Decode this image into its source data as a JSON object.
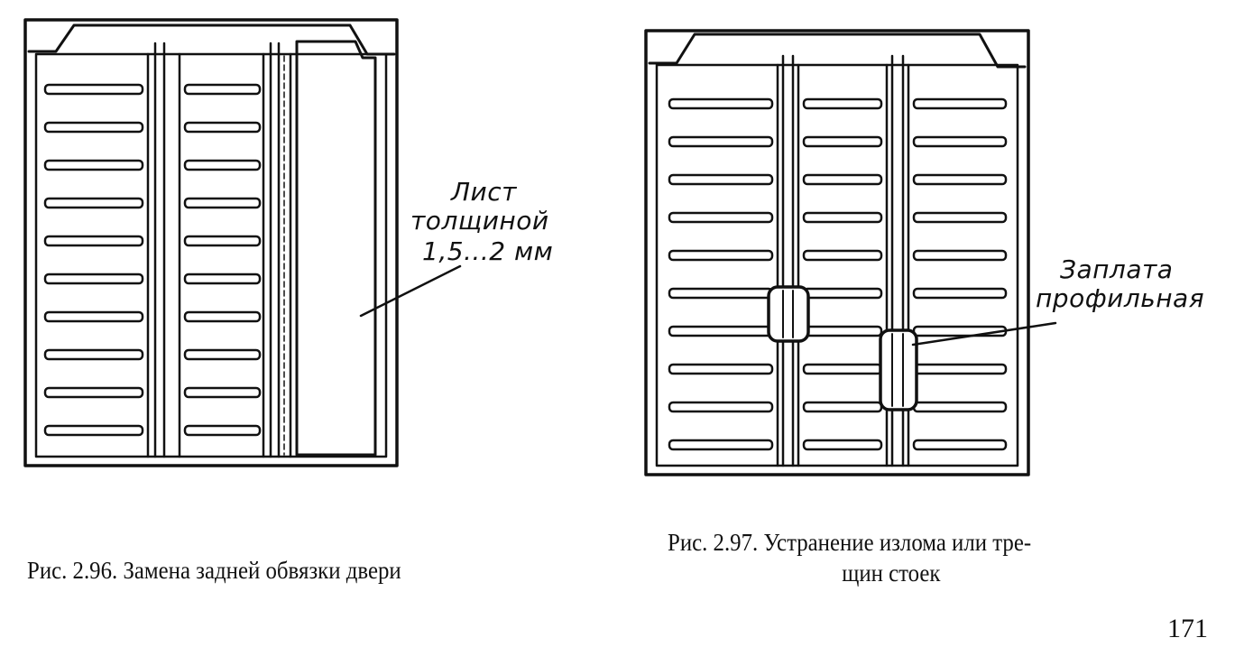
{
  "figures": [
    {
      "caption": "Рис. 2.96. Замена задней обвязки двери",
      "callout": [
        "Лист",
        "толщиной",
        "1,5...2 мм"
      ]
    },
    {
      "caption_line1": "Рис. 2.97. Устранение излома или тре-",
      "caption_line2": "щин стоек",
      "callout": [
        "Заплата",
        "профильная"
      ]
    }
  ],
  "page_number": "171",
  "colors": {
    "ink": "#111111",
    "paper": "#ffffff"
  }
}
